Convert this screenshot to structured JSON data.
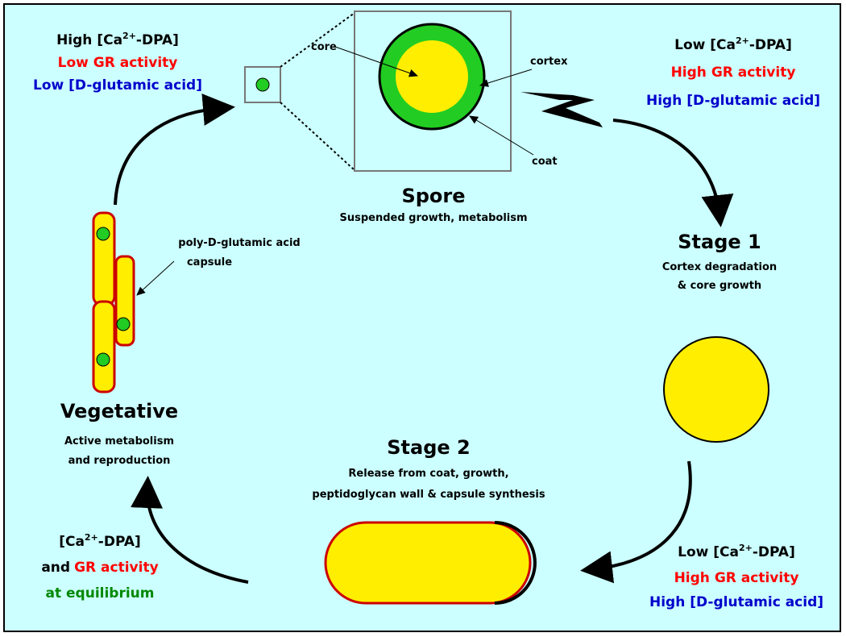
{
  "colors": {
    "background": "#ccffff",
    "red": "#ff0000",
    "blue": "#0000cc",
    "green": "#008800",
    "cortex_green": "#22cc22",
    "spore_yellow": "#ffee00",
    "capsule_outline": "#cc0000"
  },
  "top_left": {
    "ca_prefix": "High [Ca",
    "ca_sup": "2+",
    "ca_suffix": "-DPA]",
    "gr": "Low GR activity",
    "glu": "Low [D-glutamic acid]"
  },
  "top_right": {
    "ca_prefix": "Low [Ca",
    "ca_sup": "2+",
    "ca_suffix": "-DPA]",
    "gr": "High GR activity",
    "glu": "High [D-glutamic acid]"
  },
  "bottom_right": {
    "ca_prefix": "Low [Ca",
    "ca_sup": "2+",
    "ca_suffix": "-DPA]",
    "gr": "High GR activity",
    "glu": "High [D-glutamic acid]"
  },
  "bottom_left": {
    "ca_prefix": "[Ca",
    "ca_sup": "2+",
    "ca_suffix": "-DPA]",
    "and": "and",
    "gr": "GR activity",
    "equilibrium": "at equilibrium"
  },
  "spore": {
    "title": "Spore",
    "subtitle": "Suspended growth, metabolism",
    "core": "core",
    "cortex": "cortex",
    "coat": "coat"
  },
  "stage1": {
    "title": "Stage 1",
    "line1": "Cortex degradation",
    "line2": "& core growth"
  },
  "stage2": {
    "title": "Stage 2",
    "line1": "Release from coat, growth,",
    "line2": "peptidoglycan wall & capsule synthesis"
  },
  "vegetative": {
    "title": "Vegetative",
    "line1": "Active metabolism",
    "line2": "and reproduction",
    "capsule_line1": "poly-D-glutamic acid",
    "capsule_line2": "capsule"
  }
}
